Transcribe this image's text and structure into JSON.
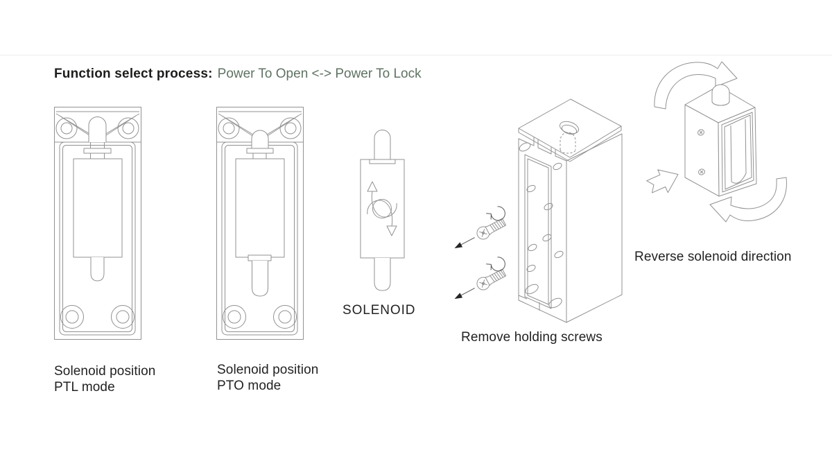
{
  "header": {
    "title_bold": "Function select process:",
    "title_rest": "Power To Open <-> Power To Lock"
  },
  "figures": {
    "ptl": {
      "caption_line1": "Solenoid position",
      "caption_line2": "PTL mode"
    },
    "pto": {
      "caption_line1": "Solenoid position",
      "caption_line2": "PTO mode"
    },
    "solenoid": {
      "caption": "SOLENOID"
    },
    "remove_screws": {
      "caption": "Remove holding screws"
    },
    "reverse": {
      "caption": "Reverse solenoid direction"
    }
  },
  "colors": {
    "background": "#ffffff",
    "divider": "#ededeb",
    "title_text": "#1d1d1b",
    "subtitle_text": "#5f7263",
    "caption_text": "#222222",
    "line_art": "#919191",
    "line_art_dark": "#575757",
    "screw_arrow": "#242424"
  }
}
